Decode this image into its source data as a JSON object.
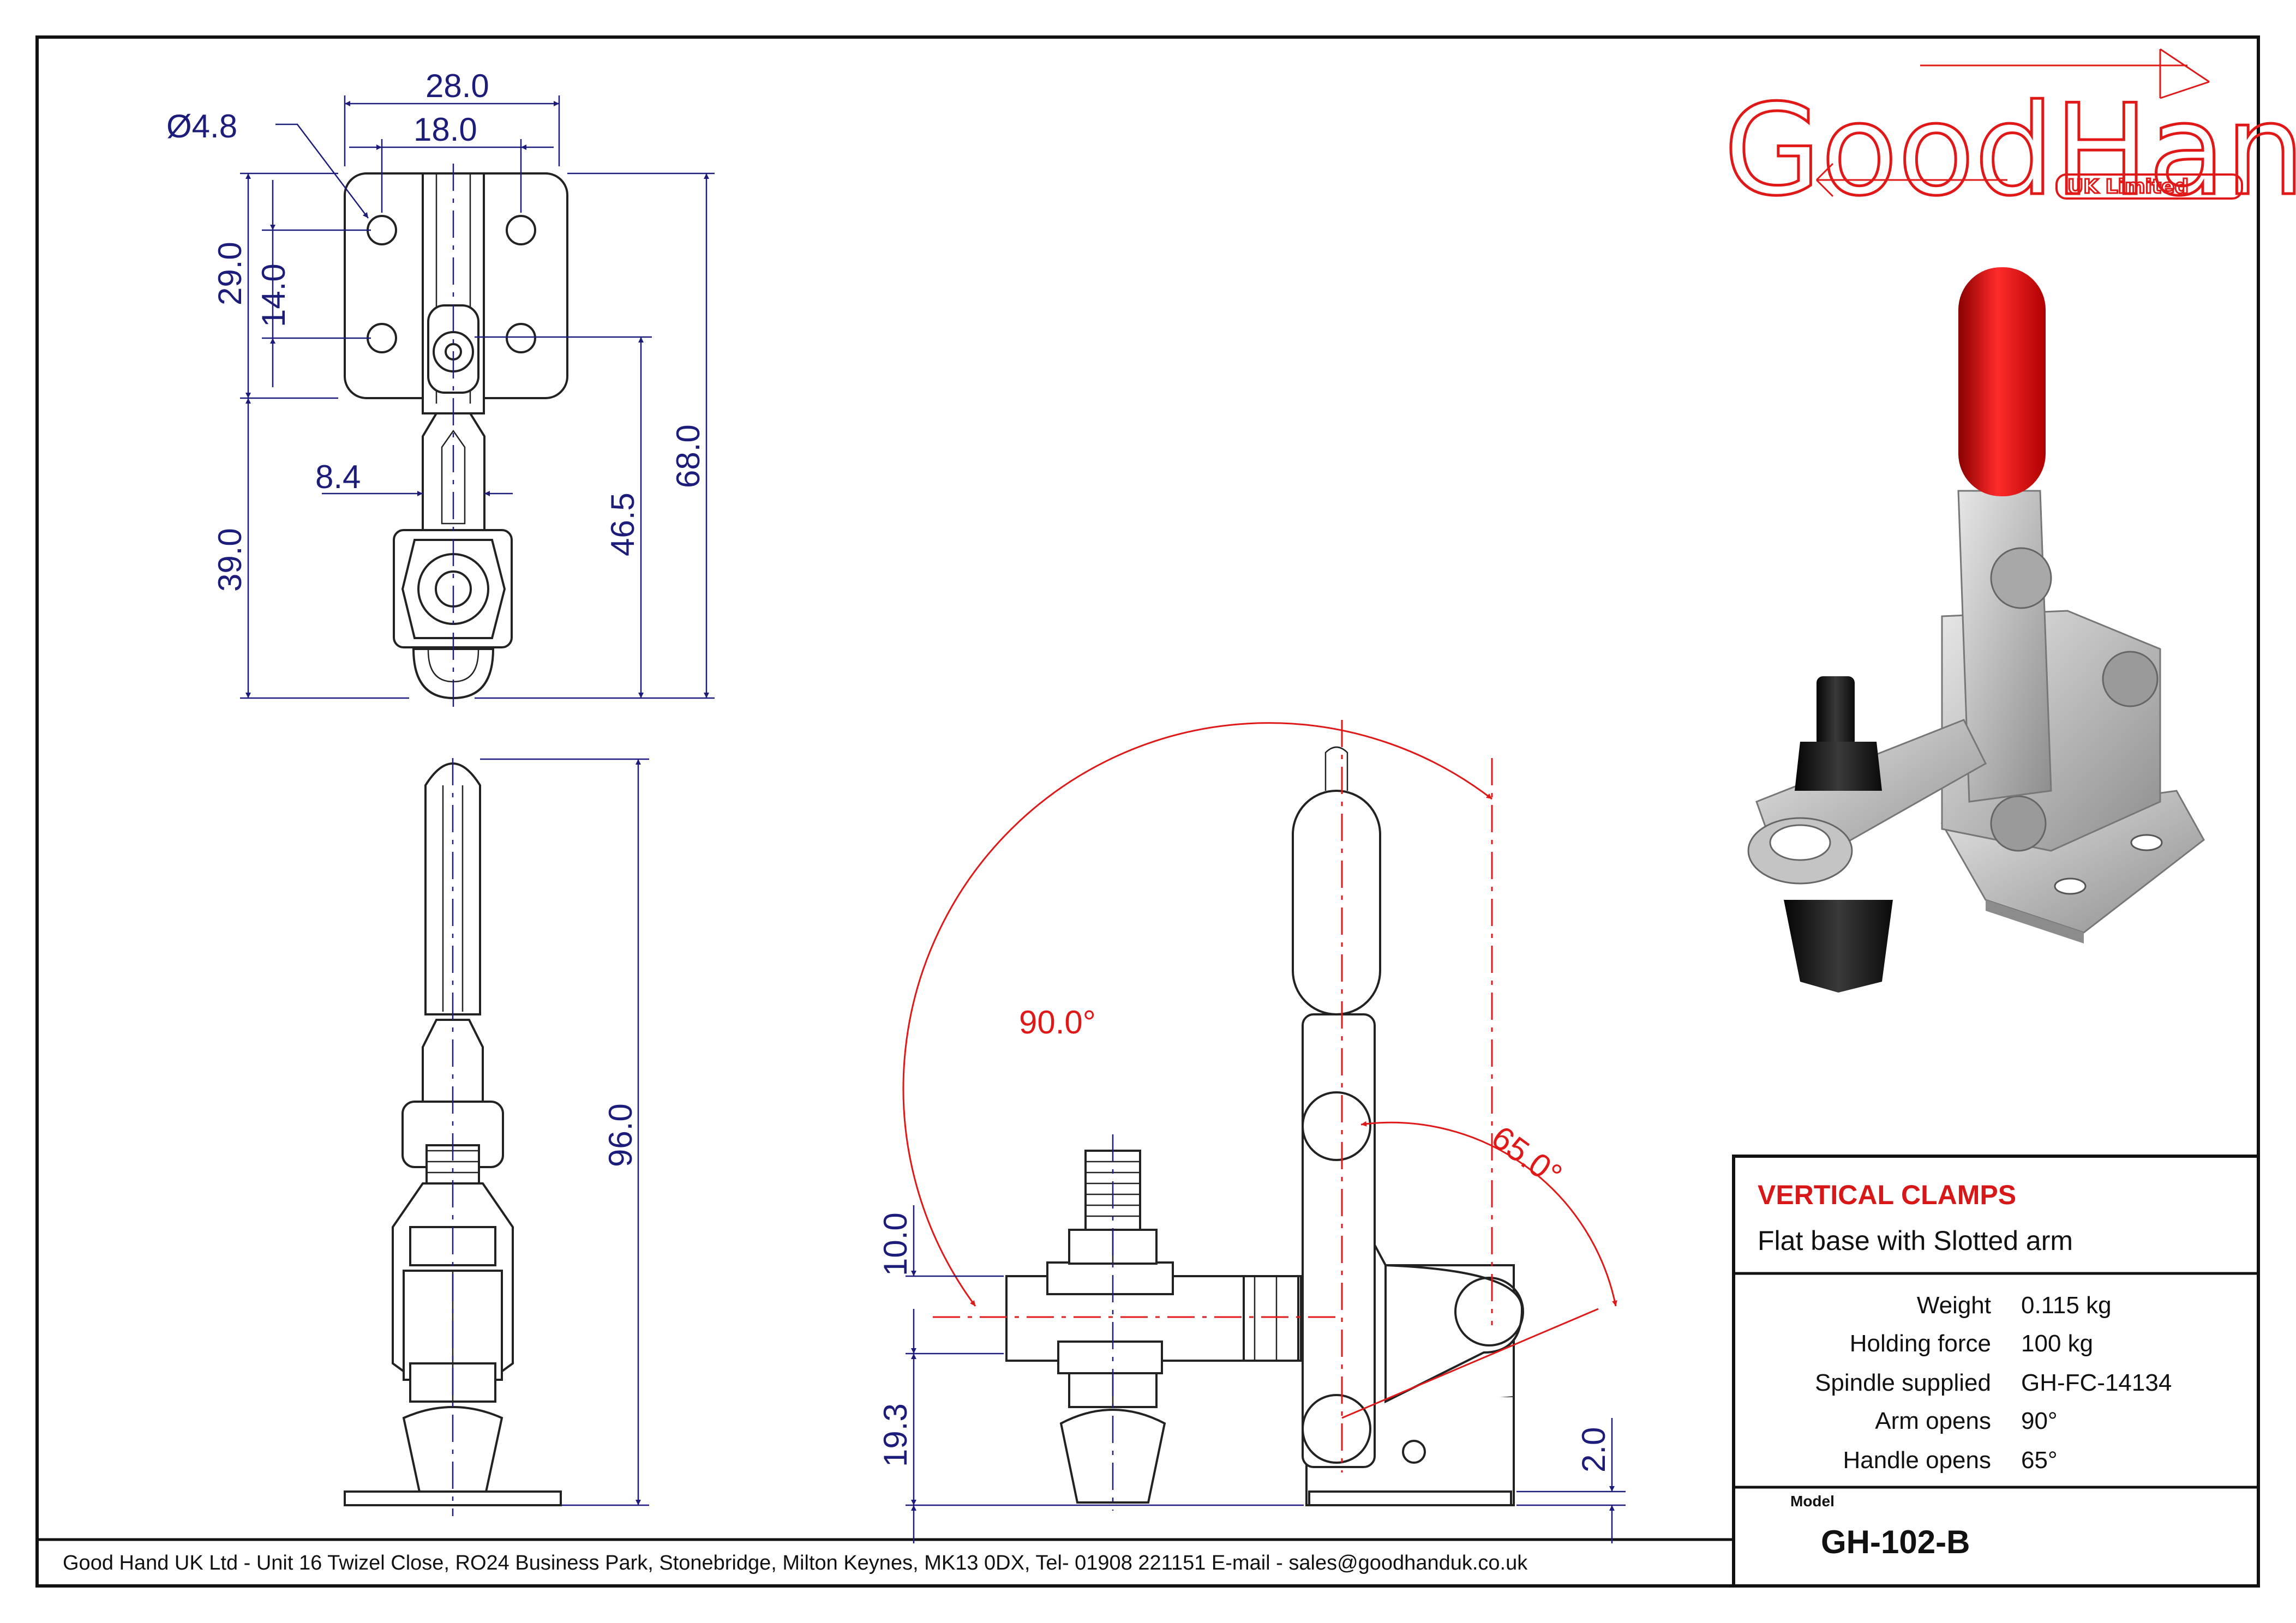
{
  "brand": {
    "logo_main": "GoodHand",
    "logo_sub": "UK Limited"
  },
  "product": {
    "category": "VERTICAL CLAMPS",
    "subtitle": "Flat base with Slotted arm"
  },
  "specs": [
    {
      "label": "Weight",
      "value": "0.115 kg"
    },
    {
      "label": "Holding force",
      "value": "100 kg"
    },
    {
      "label": "Spindle supplied",
      "value": "GH-FC-14134"
    },
    {
      "label": "Arm opens",
      "value": "90°"
    },
    {
      "label": "Handle opens",
      "value": "65°"
    }
  ],
  "model": {
    "label": "Model",
    "value": "GH-102-B"
  },
  "footer": {
    "address": "Good Hand UK Ltd  - Unit 16 Twizel Close, RO24 Business Park, Stonebridge, Milton Keynes, MK13 0DX,  Tel- 01908 221151  E-mail - sales@goodhanduk.co.uk"
  },
  "dimensions": {
    "top_view": {
      "overall_width": "28.0",
      "hole_spacing_x": "18.0",
      "hole_diameter": "Ø4.8",
      "base_length": "29.0",
      "hole_spacing_y": "14.0",
      "arm_length": "39.0",
      "arm_width": "8.4",
      "pivot_to_arm_end": "46.5",
      "overall_length": "68.0"
    },
    "front_view": {
      "overall_height": "96.0"
    },
    "side_view": {
      "arm_opens_angle": "90.0°",
      "handle_opens_angle": "65.0°",
      "spindle_above": "10.0",
      "arm_height": "19.3",
      "base_thickness": "2.0"
    }
  },
  "colors": {
    "dimension": "#1c1c7a",
    "accent_red": "#e01818",
    "line": "#222222"
  }
}
